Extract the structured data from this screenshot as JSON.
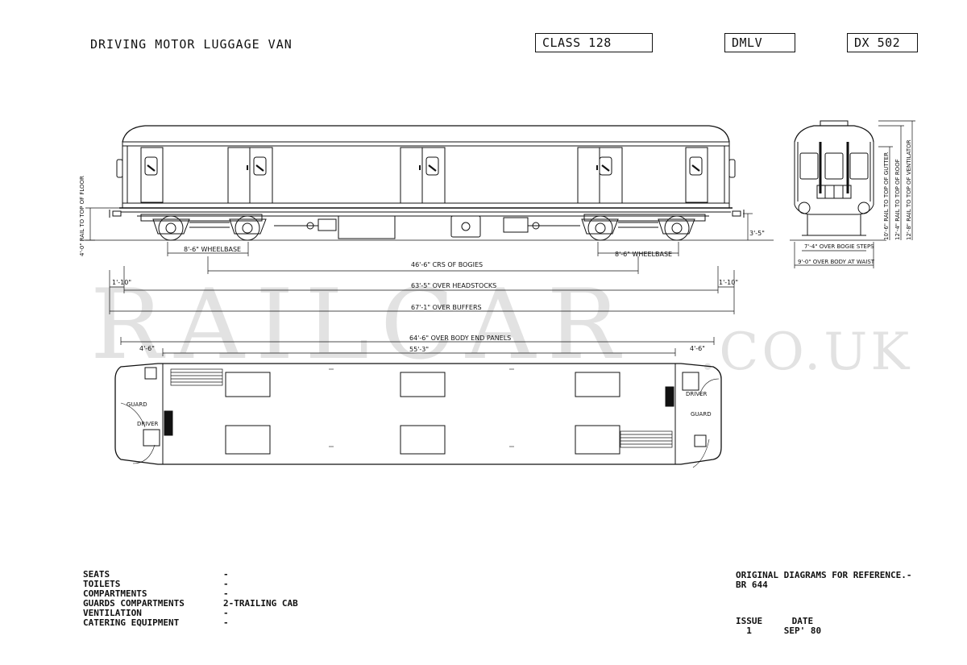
{
  "header": {
    "title": "DRIVING MOTOR LUGGAGE VAN",
    "class_label": "CLASS 128",
    "type_code": "DMLV",
    "diagram_no": "DX 502"
  },
  "watermark": {
    "main": "RAILCAR",
    "suffix": ".CO.UK"
  },
  "dimensions": {
    "wheelbase_left": "8'-6\" WHEELBASE",
    "wheelbase_right": "8'-6\" WHEELBASE",
    "crs_bogies": "46'-6\" CRS OF BOGIES",
    "over_headstocks": "63'-5\" OVER HEADSTOCKS",
    "over_buffers": "67'-1\" OVER BUFFERS",
    "over_body_end_panels": "64'-6\" OVER BODY END PANELS",
    "body_length": "55'-3\"",
    "end_left": "1'-10\"",
    "end_right": "1'-10\"",
    "rail_floor": "4'-0\" RAIL TO TOP OF FLOOR",
    "buffer_height": "3'-5\"",
    "cab_left": "4'-6\"",
    "cab_right": "4'-6\"",
    "bogie_steps": "7'-4\" OVER BOGIE STEPS",
    "body_waist": "9'-0\" OVER BODY AT WAIST",
    "rail_gutter": "10'-6\" RAIL TO TOP OF GUTTER",
    "rail_roof": "12'-4\" RAIL TO TOP OF ROOF",
    "rail_vent": "12'-8\" RAIL TO TOP OF VENTILATOR"
  },
  "plan_labels": {
    "guard_left": "GUARD",
    "driver_left": "DRIVER",
    "driver_right": "DRIVER",
    "guard_right": "GUARD"
  },
  "specs": [
    {
      "key": "SEATS",
      "value": "-"
    },
    {
      "key": "TOILETS",
      "value": "-"
    },
    {
      "key": "COMPARTMENTS",
      "value": "-"
    },
    {
      "key": "GUARDS COMPARTMENTS",
      "value": "2-TRAILING CAB"
    },
    {
      "key": "VENTILATION",
      "value": "-"
    },
    {
      "key": "CATERING EQUIPMENT",
      "value": "-"
    }
  ],
  "reference": {
    "line1": "ORIGINAL DIAGRAMS FOR REFERENCE.-",
    "line2": "BR 644"
  },
  "issue": {
    "issue_label": "ISSUE",
    "issue_value": "1",
    "date_label": "DATE",
    "date_value": "SEP' 80"
  }
}
